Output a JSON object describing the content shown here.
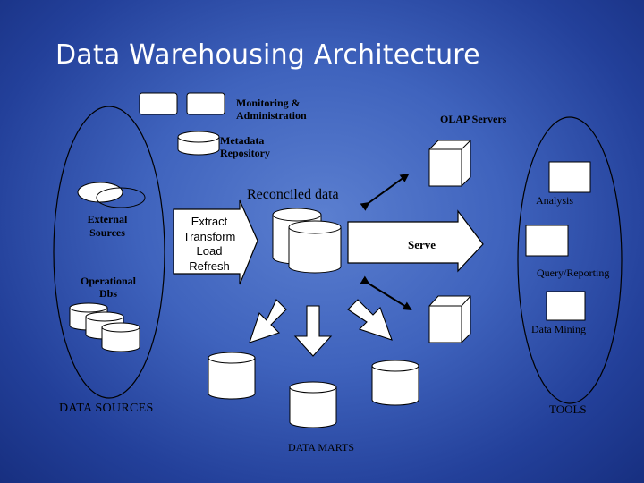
{
  "title": "Data Warehousing Architecture",
  "labels": {
    "monitoring": "Monitoring &\nAdministration",
    "metadata": "Metadata\nRepository",
    "olap_servers": "OLAP Servers",
    "reconciled_data": "Reconciled data",
    "external_sources": "External\nSources",
    "operational_dbs": "Operational\nDbs",
    "etl": "Extract\nTransform\nLoad\nRefresh",
    "serve": "Serve",
    "analysis": "Analysis",
    "query_reporting": "Query/Reporting",
    "data_mining": "Data Mining",
    "data_sources": "DATA SOURCES",
    "tools": "TOOLS",
    "data_marts": "DATA MARTS"
  },
  "colors": {
    "background_center": "#5b7fd0",
    "background_edge": "#172f80",
    "shape_fill": "#ffffff",
    "stroke": "#000000",
    "title_text": "#ffffff"
  }
}
